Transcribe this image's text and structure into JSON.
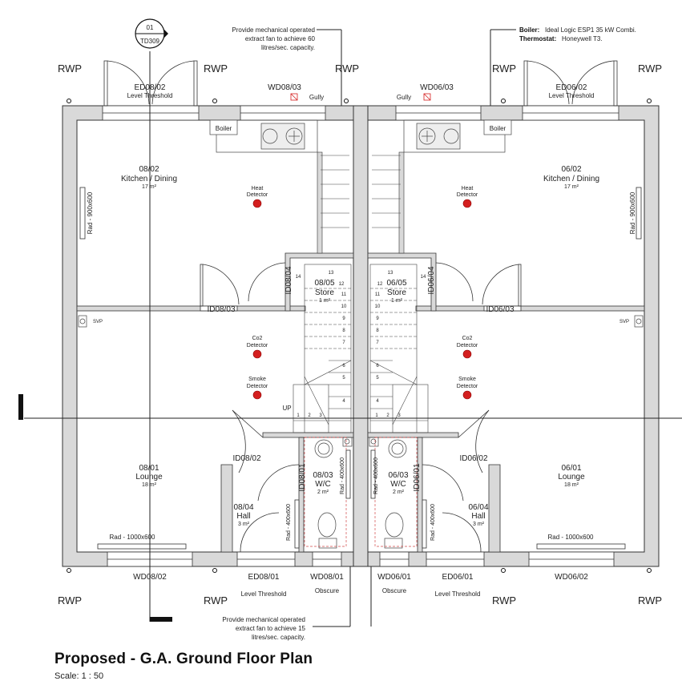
{
  "section_marker": {
    "number": "01",
    "sheet": "TD309"
  },
  "rwp_label": "RWP",
  "notes": {
    "fan_top": [
      "Provide mechanical operated",
      "extract fan to achieve 60",
      "litres/sec. capacity."
    ],
    "boiler_key": "Boiler:",
    "boiler_value": "Ideal Logic ESP1 35 kW Combi.",
    "thermostat_key": "Thermostat:",
    "thermostat_value": "Honeywell T3.",
    "fan_bottom": [
      "Provide mechanical operated",
      "extract fan to achieve 15",
      "litres/sec. capacity."
    ]
  },
  "doors_windows": {
    "ed08_02": "ED08/02",
    "ed06_02": "ED06/02",
    "level_threshold": "Level Threshold",
    "wd08_03": "WD08/03",
    "wd06_03": "WD06/03",
    "gully": "Gully",
    "boiler": "Boiler",
    "id08_03": "ID08/03",
    "id06_03": "ID06/03",
    "id08_04": "ID08/04",
    "id06_04": "ID06/04",
    "id08_02": "ID08/02",
    "id06_02": "ID06/02",
    "id08_01": "ID08/01",
    "id06_01": "ID06/01",
    "wd08_02": "WD08/02",
    "wd06_02": "WD06/02",
    "ed08_01": "ED08/01",
    "ed06_01": "ED06/01",
    "wd08_01": "WD08/01",
    "wd06_01": "WD06/01",
    "obscure": "Obscure"
  },
  "rooms": {
    "k08": {
      "num": "08/02",
      "name": "Kitchen / Dining",
      "area": "17 m²"
    },
    "k06": {
      "num": "06/02",
      "name": "Kitchen / Dining",
      "area": "17 m²"
    },
    "s08": {
      "num": "08/05",
      "name": "Store",
      "area": "1 m²"
    },
    "s06": {
      "num": "06/05",
      "name": "Store",
      "area": "1 m²"
    },
    "l08": {
      "num": "08/01",
      "name": "Lounge",
      "area": "18 m²"
    },
    "l06": {
      "num": "06/01",
      "name": "Lounge",
      "area": "18 m²"
    },
    "h08": {
      "num": "08/04",
      "name": "Hall",
      "area": "3 m²"
    },
    "h06": {
      "num": "06/04",
      "name": "Hall",
      "area": "3 m²"
    },
    "w08": {
      "num": "08/03",
      "name": "W/C",
      "area": "2 m²"
    },
    "w06": {
      "num": "06/03",
      "name": "W/C",
      "area": "2 m²"
    }
  },
  "fixtures": {
    "heat": [
      "Heat",
      "Detector"
    ],
    "co2": [
      "Co2",
      "Detector"
    ],
    "smoke": [
      "Smoke",
      "Detector"
    ],
    "svp": "SVP",
    "up": "UP",
    "rad_900": "Rad - 900x600",
    "rad_1000": "Rad - 1000x600",
    "rad_400": "Rad - 400x600"
  },
  "stair_numbers": [
    "1",
    "2",
    "3",
    "4",
    "5",
    "6",
    "7",
    "8",
    "9",
    "10",
    "11",
    "12",
    "13",
    "14"
  ],
  "title": "Proposed - G.A. Ground Floor Plan",
  "scale": "Scale:  1 : 50"
}
